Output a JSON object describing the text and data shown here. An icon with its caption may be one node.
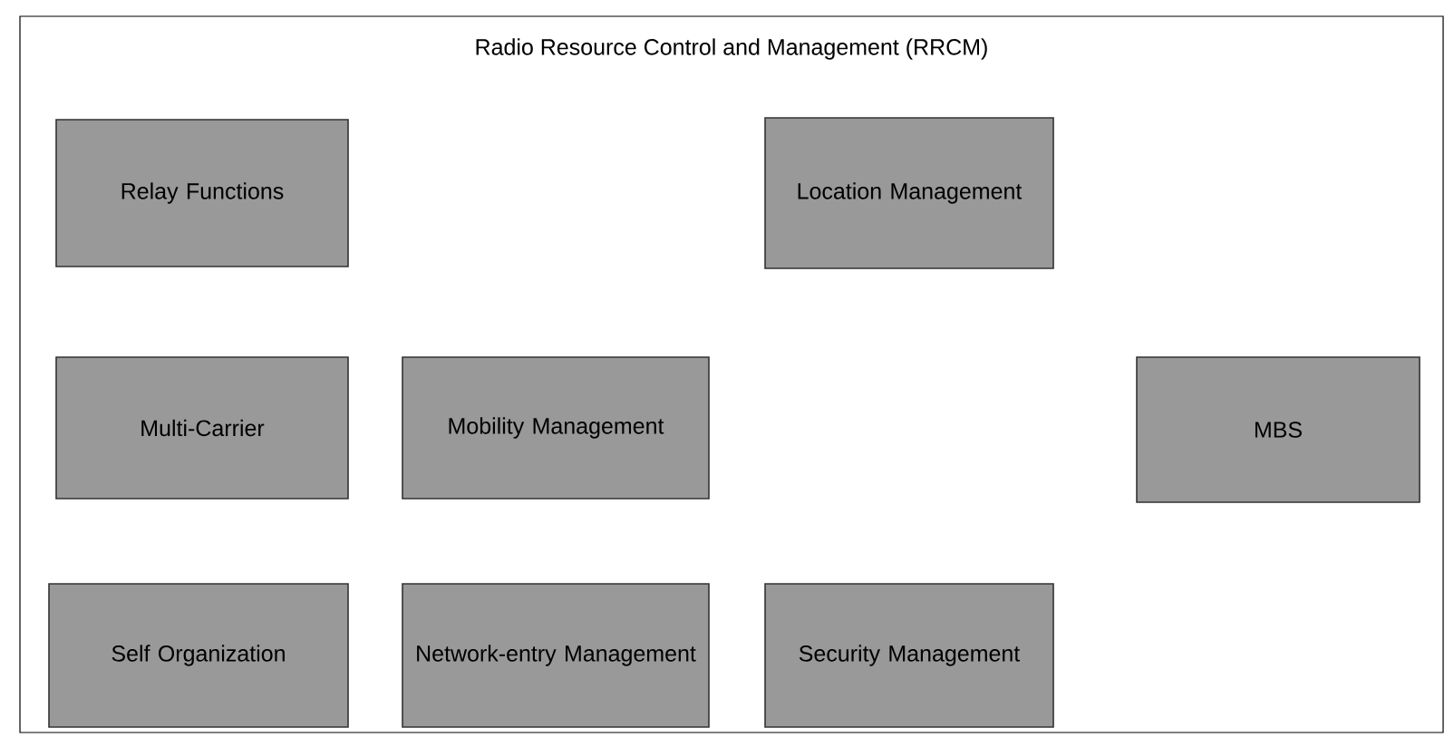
{
  "diagram": {
    "nodes": [
      {
        "text": [
          "Radio Resource Control and Management (RRCM)"
        ]
      },
      {
        "text": [
          "Relay Functions"
        ],
        "in": 0
      },
      {
        "text": [
          "Location Management"
        ],
        "in": 0
      },
      {
        "text": [
          "Multi-Carrier"
        ],
        "in": 0
      },
      {
        "text": [
          "Mobility Management"
        ],
        "in": 0
      },
      {
        "text": [
          "MBS"
        ],
        "in": 0
      },
      {
        "text": [
          "Self Organization"
        ],
        "in": 0
      },
      {
        "text": [
          "Network-entry Management"
        ],
        "in": 0
      },
      {
        "text": [
          "Security Management"
        ],
        "in": 0
      }
    ]
  }
}
